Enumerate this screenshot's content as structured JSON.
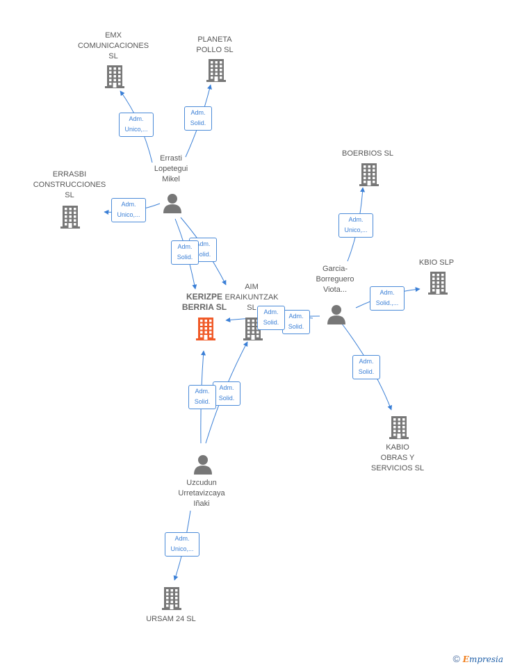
{
  "colors": {
    "edge": "#3a7fd6",
    "building": "#777777",
    "focus_building": "#f05a28",
    "person": "#777777"
  },
  "nodes": [
    {
      "id": "emx",
      "type": "company",
      "label": "EMX\nCOMUNICACIONES\nSL"
    },
    {
      "id": "planeta",
      "type": "company",
      "label": "PLANETA\nPOLLO  SL"
    },
    {
      "id": "errasbi",
      "type": "company",
      "label": "ERRASBI\nCONSTRUCCIONES\nSL"
    },
    {
      "id": "boerbios",
      "type": "company",
      "label": "BOERBIOS  SL"
    },
    {
      "id": "kbio",
      "type": "company",
      "label": "KBIO  SLP"
    },
    {
      "id": "kerizpe",
      "type": "focus",
      "label": "KERIZPE\nBERRIA  SL"
    },
    {
      "id": "aim",
      "type": "company",
      "label": "AIM\nERAIKUNTZAK\nSL"
    },
    {
      "id": "kabio",
      "type": "company",
      "label": "KABIO\nOBRAS Y\nSERVICIOS  SL"
    },
    {
      "id": "ursam",
      "type": "company",
      "label": "URSAM 24  SL"
    },
    {
      "id": "errasti",
      "type": "person",
      "label": "Errasti\nLopetegui\nMikel"
    },
    {
      "id": "garcia",
      "type": "person",
      "label": "Garcia-\nBorreguero\nViota..."
    },
    {
      "id": "uzcudun",
      "type": "person",
      "label": "Uzcudun\nUrretavizcaya\nIñaki"
    }
  ],
  "edges": [
    {
      "label": "Adm.\nUnico,..."
    },
    {
      "label": "Adm.\nSolid."
    },
    {
      "label": "Adm.\nUnico,..."
    },
    {
      "label": "Adm.\nSolid."
    },
    {
      "label": "Adm.\nSolid."
    },
    {
      "label": "Adm.\nUnico,..."
    },
    {
      "label": "Adm.\nSolid.,..."
    },
    {
      "label": "Adm.\nSolid."
    },
    {
      "label": "Adm.\nSolid."
    },
    {
      "label": "Adm.\nSolid."
    },
    {
      "label": "Adm.\nSolid."
    },
    {
      "label": "Adm.\nSolid."
    },
    {
      "label": "Adm.\nUnico,..."
    }
  ],
  "footer": {
    "copyright": "©",
    "brand_initial": "E",
    "brand_rest": "mpresia"
  }
}
